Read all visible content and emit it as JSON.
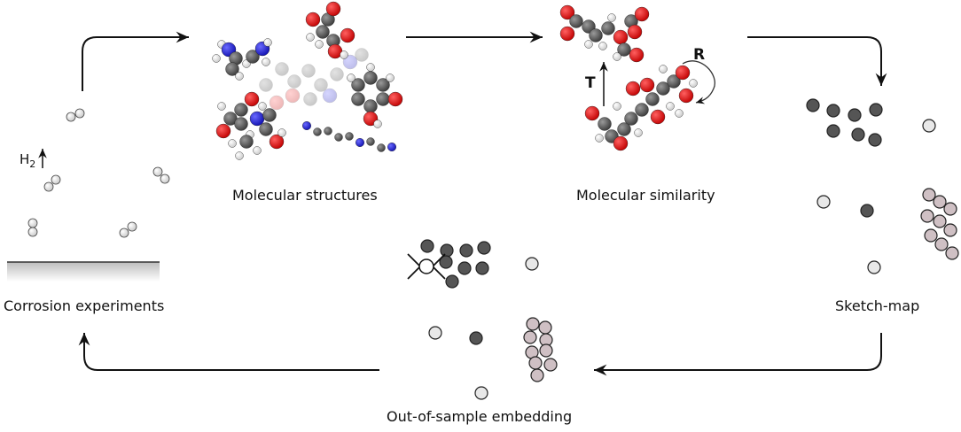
{
  "labels": {
    "corrosion": "Corrosion experiments",
    "structures": "Molecular structures",
    "similarity": "Molecular similarity",
    "sketchmap": "Sketch-map",
    "embedding": "Out-of-sample embedding",
    "h2": "H",
    "h2_sub": "2",
    "translation": "T",
    "rotation": "R"
  },
  "colors": {
    "carbon": "#555555",
    "oxygen": "#e00000",
    "nitrogen": "#1f1fd0",
    "hydrogen": "#f2f2f2",
    "dark_point": "#555555",
    "light_point": "#e8e8e8",
    "pink_point": "#cfc0c4",
    "arrow": "#111111"
  }
}
